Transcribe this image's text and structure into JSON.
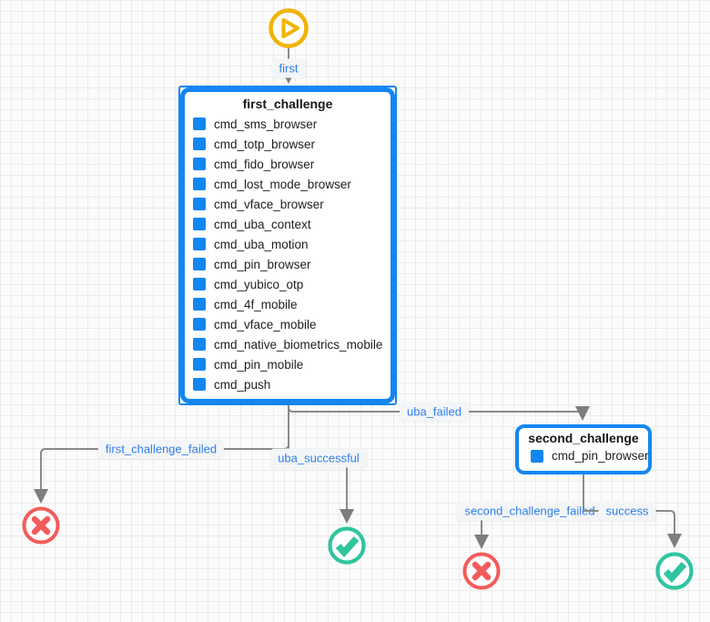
{
  "canvas": {
    "background_color": "#fbfbfb",
    "grid_color": "#ececec"
  },
  "colors": {
    "node_border_blue": "#1486f0",
    "command_square_blue": "#1486f0",
    "edge_label_text_blue": "#2e7fe8",
    "edge_gray": "#8a8a8a",
    "start_yellow": "#f1b400",
    "failure_red": "#f25c5a",
    "success_green": "#31c4a0"
  },
  "start_node": {
    "icon": "play-icon"
  },
  "nodes": {
    "first_challenge": {
      "title": "first_challenge",
      "selected": true,
      "items": [
        "cmd_sms_browser",
        "cmd_totp_browser",
        "cmd_fido_browser",
        "cmd_lost_mode_browser",
        "cmd_vface_browser",
        "cmd_uba_context",
        "cmd_uba_motion",
        "cmd_pin_browser",
        "cmd_yubico_otp",
        "cmd_4f_mobile",
        "cmd_vface_mobile",
        "cmd_native_biometrics_mobile",
        "cmd_pin_mobile",
        "cmd_push"
      ]
    },
    "second_challenge": {
      "title": "second_challenge",
      "selected": false,
      "items": [
        "cmd_pin_browser"
      ]
    }
  },
  "edge_labels": {
    "first": "first",
    "uba_failed": "uba_failed",
    "first_challenge_failed": "first_challenge_failed",
    "uba_successful": "uba_successful",
    "second_challenge_failed": "second_challenge_failed",
    "success": "success"
  },
  "terminals": [
    {
      "type": "failure",
      "icon": "x-circle-icon"
    },
    {
      "type": "success",
      "icon": "check-circle-icon"
    },
    {
      "type": "failure",
      "icon": "x-circle-icon"
    },
    {
      "type": "success",
      "icon": "check-circle-icon"
    }
  ]
}
